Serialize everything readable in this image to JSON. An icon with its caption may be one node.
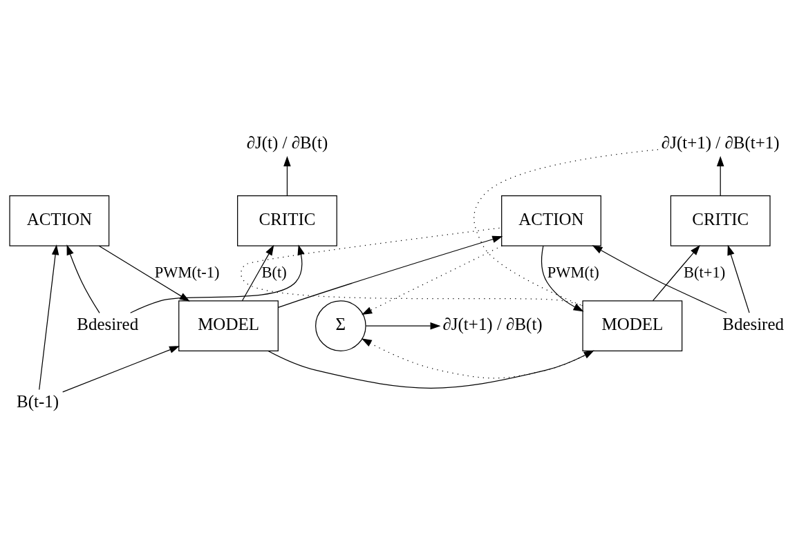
{
  "diagram": {
    "nodes": [
      {
        "text": [
          "∂J(t) / ∂B(t)"
        ]
      },
      {
        "text": [
          "CRITIC"
        ]
      },
      {
        "text": [
          "MODEL"
        ]
      },
      {
        "text": [
          "ACTION"
        ]
      },
      {
        "text": [
          "B(t-1)"
        ]
      },
      {
        "text": [
          "Bdesired"
        ]
      },
      {
        "text": [
          "∂J(t+1) / ∂B(t+1)"
        ]
      },
      {
        "text": [
          "CRITIC"
        ]
      },
      {
        "text": [
          "MODEL"
        ]
      },
      {
        "text": [
          "ACTION"
        ]
      },
      {
        "text": [
          "Bdesired"
        ]
      },
      {
        "text": [
          "Σ"
        ]
      },
      {
        "text": [
          "∂J(t+1) / ∂B(t)"
        ]
      }
    ],
    "edges": [
      {
        "from": 1,
        "to": 0,
        "arrow": "to"
      },
      {
        "from": 2,
        "to": 1,
        "arrow": "to",
        "label": "B(t)"
      },
      {
        "from": 3,
        "to": 2,
        "arrow": "to",
        "label": "PWM(t-1)"
      },
      {
        "from": 4,
        "to": 2,
        "arrow": "to"
      },
      {
        "from": 4,
        "to": 3,
        "arrow": "to"
      },
      {
        "from": 5,
        "to": 3,
        "arrow": "to"
      },
      {
        "from": 5,
        "to": 1,
        "arrow": "to"
      },
      {
        "from": 2,
        "to": 8,
        "arrow": "to"
      },
      {
        "from": 2,
        "to": 9,
        "arrow": "to"
      },
      {
        "from": 7,
        "to": 6,
        "arrow": "to"
      },
      {
        "from": 8,
        "to": 7,
        "arrow": "to",
        "label": "B(t+1)"
      },
      {
        "from": 9,
        "to": 8,
        "arrow": "to",
        "label": "PWM(t)"
      },
      {
        "from": 10,
        "to": 9,
        "arrow": "to"
      },
      {
        "from": 10,
        "to": 7,
        "arrow": "to"
      },
      {
        "from": 11,
        "to": 12,
        "arrow": "to"
      },
      {
        "from": 6,
        "to": 8,
        "arrow": "none",
        "style": "dashed"
      },
      {
        "from": 8,
        "to": 11,
        "arrow": "to",
        "style": "dashed"
      },
      {
        "from": 8,
        "to": 9,
        "arrow": "none",
        "style": "dashed"
      },
      {
        "from": 9,
        "to": 11,
        "arrow": "to",
        "style": "dashed"
      }
    ]
  }
}
